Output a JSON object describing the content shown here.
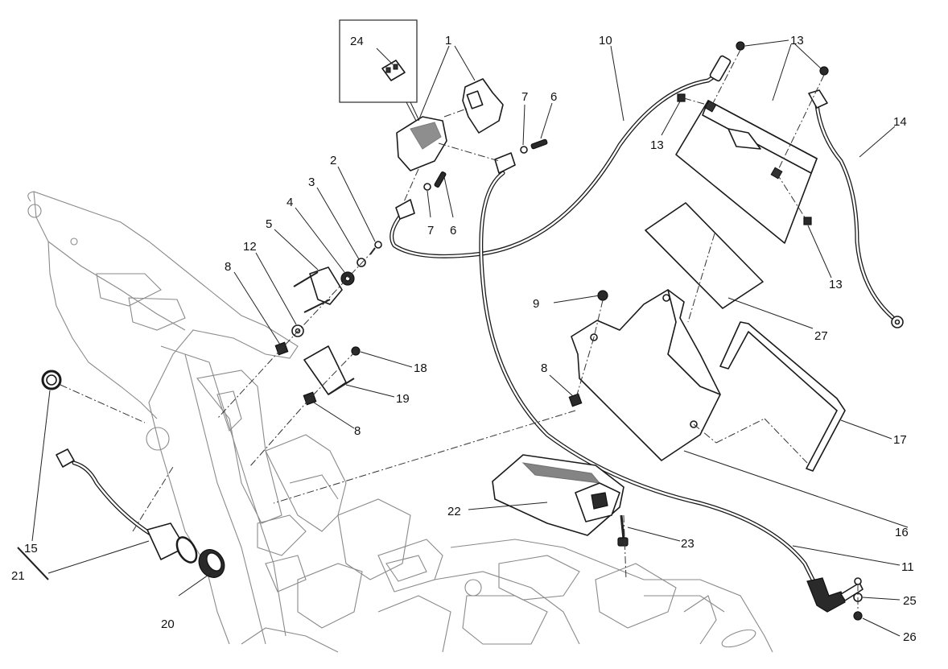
{
  "diagram": {
    "title": "Battery, ECU and electrical components exploded view",
    "callouts": [
      {
        "id": "c1",
        "label": "1",
        "part": "relay / fuse holder"
      },
      {
        "id": "c2",
        "label": "2",
        "part": "screw"
      },
      {
        "id": "c3",
        "label": "3",
        "part": "washer"
      },
      {
        "id": "c4",
        "label": "4",
        "part": "rubber grommet"
      },
      {
        "id": "c5",
        "label": "5",
        "part": "bracket"
      },
      {
        "id": "c6a",
        "label": "6",
        "part": "screw"
      },
      {
        "id": "c6b",
        "label": "6",
        "part": "screw"
      },
      {
        "id": "c7a",
        "label": "7",
        "part": "washer"
      },
      {
        "id": "c7b",
        "label": "7",
        "part": "washer"
      },
      {
        "id": "c8a",
        "label": "8",
        "part": "clip nut"
      },
      {
        "id": "c8b",
        "label": "8",
        "part": "clip nut"
      },
      {
        "id": "c8c",
        "label": "8",
        "part": "clip nut"
      },
      {
        "id": "c9",
        "label": "9",
        "part": "screw"
      },
      {
        "id": "c10",
        "label": "10",
        "part": "positive cable"
      },
      {
        "id": "c11",
        "label": "11",
        "part": "starter cable"
      },
      {
        "id": "c12",
        "label": "12",
        "part": "spacer"
      },
      {
        "id": "c13a",
        "label": "13",
        "part": "battery / terminal screw"
      },
      {
        "id": "c13b",
        "label": "13",
        "part": "terminal nut"
      },
      {
        "id": "c13c",
        "label": "13",
        "part": "terminal nut"
      },
      {
        "id": "c14",
        "label": "14",
        "part": "negative cable"
      },
      {
        "id": "c15",
        "label": "15",
        "part": "ring nut"
      },
      {
        "id": "c16",
        "label": "16",
        "part": "battery holder"
      },
      {
        "id": "c17",
        "label": "17",
        "part": "battery strap"
      },
      {
        "id": "c18",
        "label": "18",
        "part": "screw"
      },
      {
        "id": "c19",
        "label": "19",
        "part": "bracket"
      },
      {
        "id": "c20",
        "label": "20",
        "part": "socket cap"
      },
      {
        "id": "c21",
        "label": "21",
        "part": "power socket"
      },
      {
        "id": "c22",
        "label": "22",
        "part": "ECU"
      },
      {
        "id": "c23",
        "label": "23",
        "part": "screw"
      },
      {
        "id": "c24",
        "label": "24",
        "part": "fuse"
      },
      {
        "id": "c25",
        "label": "25",
        "part": "washer"
      },
      {
        "id": "c26",
        "label": "26",
        "part": "nut"
      },
      {
        "id": "c27",
        "label": "27",
        "part": "rubber pad"
      }
    ]
  }
}
